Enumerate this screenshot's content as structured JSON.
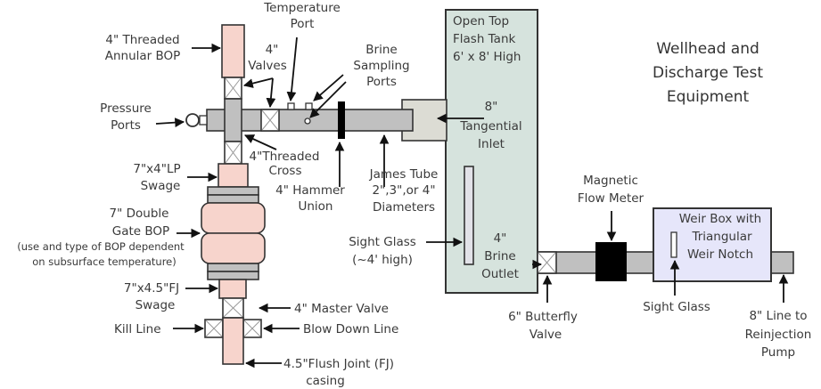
{
  "title": [
    "Wellhead and",
    "Discharge Test",
    "Equipment"
  ],
  "colors": {
    "bop_pink": "#f7d4cc",
    "pipe_gray": "#c0c0c0",
    "tank_green": "#d6e3dd",
    "inlet_box": "#dcdcd4",
    "weir_box": "#e6e6fa",
    "meter_black": "#000000"
  },
  "labels": {
    "annular_bop": [
      "4\" Threaded",
      "Annular BOP"
    ],
    "pressure_ports": [
      "Pressure",
      "Ports"
    ],
    "temperature_port": [
      "Temperature",
      "Port"
    ],
    "valves": [
      "4\"",
      "Valves"
    ],
    "brine_sampling": [
      "Brine",
      "Sampling",
      "Ports"
    ],
    "threaded_cross": [
      "4\"Threaded",
      "Cross"
    ],
    "hammer_union": [
      "4\" Hammer",
      "Union"
    ],
    "james_tube": [
      "James Tube",
      "2\",3\",or 4\"",
      "Diameters"
    ],
    "lp_swage": [
      "7\"x4\"LP",
      "Swage"
    ],
    "double_gate_bop": [
      "7\" Double",
      "Gate BOP"
    ],
    "bop_note": [
      "(use and type of BOP dependent",
      "on subsurface temperature)"
    ],
    "fj_swage": [
      "7\"x4.5\"FJ",
      "Swage"
    ],
    "master_valve": "4\" Master Valve",
    "kill_line": "Kill Line",
    "blow_down_line": "Blow Down Line",
    "fj_casing": [
      "4.5\"Flush Joint (FJ)",
      "casing"
    ],
    "flash_tank": [
      "Open Top",
      "Flash Tank",
      "6' x 8' High"
    ],
    "tangential_inlet": [
      "8\"",
      "Tangential",
      "Inlet"
    ],
    "sight_glass_tank": [
      "Sight Glass",
      "(~4' high)"
    ],
    "brine_outlet": [
      "4\"",
      "Brine",
      "Outlet"
    ],
    "butterfly_valve": [
      "6\" Butterfly",
      "Valve"
    ],
    "flow_meter": [
      "Magnetic",
      "Flow Meter"
    ],
    "weir_box": [
      "Weir Box with",
      "Triangular",
      "Weir Notch"
    ],
    "sight_glass_weir": "Sight Glass",
    "reinjection_line": [
      "8\" Line to",
      "Reinjection",
      "Pump"
    ]
  }
}
